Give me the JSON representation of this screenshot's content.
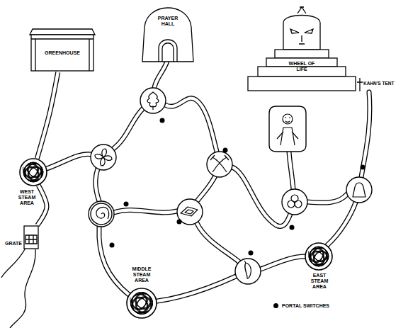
{
  "diagram": {
    "nodes": [
      {
        "text": [
          "GREENHOUSE"
        ]
      },
      {
        "text": [
          "PRAYER HALL"
        ]
      },
      {
        "text": [
          "WHEEL OF LIFE"
        ]
      },
      {
        "text": [
          "KAHN'S TENT"
        ]
      },
      {
        "text": [
          "WEST STEAM AREA"
        ]
      },
      {
        "text": [
          "GRATE"
        ]
      },
      {
        "text": [
          "EAST STEAM AREA"
        ]
      },
      {
        "text": [
          "MIDDLE STEAM AREA"
        ]
      }
    ],
    "edges": [
      {
        "from": 0,
        "to": 4,
        "arrow": "none"
      },
      {
        "from": 5,
        "to": 4,
        "arrow": "none"
      }
    ],
    "legend": [
      {
        "text": "PORTAL SWITCHES"
      }
    ]
  }
}
